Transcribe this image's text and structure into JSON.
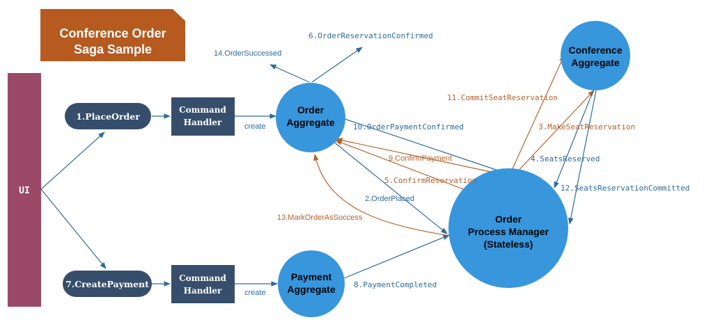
{
  "title": {
    "line1": "Conference Order",
    "line2": "Saga Sample"
  },
  "nodes": {
    "ui": "UI",
    "place_order": "1.PlaceOrder",
    "create_payment": "7.CreatePayment",
    "command_handler_top": {
      "line1": "Command",
      "line2": "Handler"
    },
    "command_handler_bottom": {
      "line1": "Command",
      "line2": "Handler"
    },
    "order_aggregate": {
      "line1": "Order",
      "line2": "Aggregate"
    },
    "payment_aggregate": {
      "line1": "Payment",
      "line2": "Aggregate"
    },
    "conference_aggregate": {
      "line1": "Conference",
      "line2": "Aggregate"
    },
    "process_manager": {
      "line1": "Order",
      "line2": "Process Manager",
      "line3": "(Stateless)"
    }
  },
  "edges": {
    "create_top": "create",
    "create_bottom": "create",
    "order_successed": "14.OrderSuccessed",
    "order_reservation_confirmed": "6.OrderReservationConfirmed",
    "commit_seat_reservation": "11.CommitSeatReservation",
    "make_seat_reservation": "3.MakeSeatReservation",
    "order_payment_confirmed": "10.OrderPaymentConfirmed",
    "seats_reserved": "4.SeatsReserved",
    "confirm_payment": "9.ConfirmPayment",
    "confirm_reservation": "5.ConfirmReservation",
    "seats_reservation_committed": "12.SeatsReservationCommitted",
    "order_placed": "2.OrderPlaced",
    "mark_order_success": "13.MarkOrderAsSuccess",
    "payment_completed": "8.PaymentCompleted"
  },
  "colors": {
    "title_bg": "#b65a1f",
    "ui_bar": "#9a4a66",
    "dark_node": "#364e6b",
    "circle": "#3796dc",
    "blue_line": "#2e6b9a",
    "orange_line": "#b8632b",
    "blue_text": "#2b6a9c",
    "orange_text": "#b5602a"
  }
}
